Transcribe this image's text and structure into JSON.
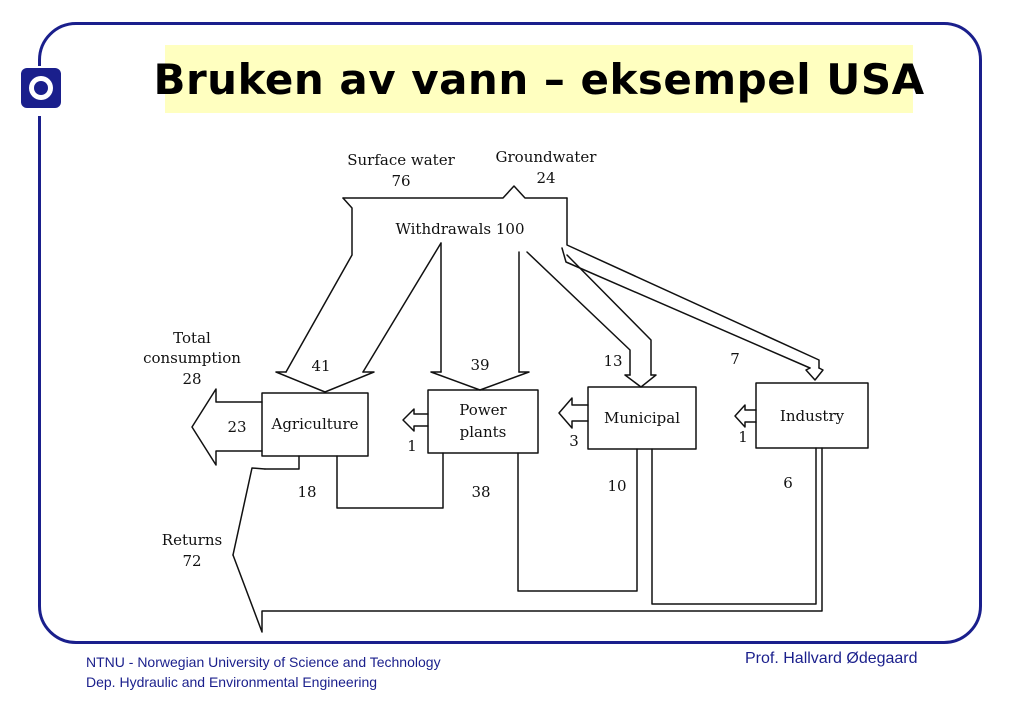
{
  "slide": {
    "title": "Bruken av vann – eksempel USA"
  },
  "diagram": {
    "sources": {
      "surface_label": "Surface water",
      "surface_value": "76",
      "ground_label": "Groundwater",
      "ground_value": "24"
    },
    "withdrawals": "Withdrawals 100",
    "total_consumption": {
      "line1": "Total",
      "line2": "consumption",
      "value": "28"
    },
    "returns": {
      "label": "Returns",
      "value": "72"
    },
    "nodes": {
      "agriculture": {
        "label": "Agriculture",
        "inflow": "41",
        "consumption": "23",
        "return": "18"
      },
      "power_plants": {
        "label_line1": "Power",
        "label_line2": "plants",
        "inflow": "39",
        "consumption": "1",
        "return": "38"
      },
      "municipal": {
        "label": "Municipal",
        "inflow": "13",
        "consumption": "3",
        "return": "10"
      },
      "industry": {
        "label": "Industry",
        "inflow": "7",
        "consumption": "1",
        "return": "6"
      }
    }
  },
  "footer": {
    "institution": "NTNU - Norwegian University of Science and Technology",
    "department": "Dep. Hydraulic and Environmental Engineering",
    "author": "Prof. Hallvard Ødegaard"
  },
  "colors": {
    "frame": "#1a1f8c",
    "title_background": "#ffffc0",
    "footer_text": "#1a1f8c"
  }
}
